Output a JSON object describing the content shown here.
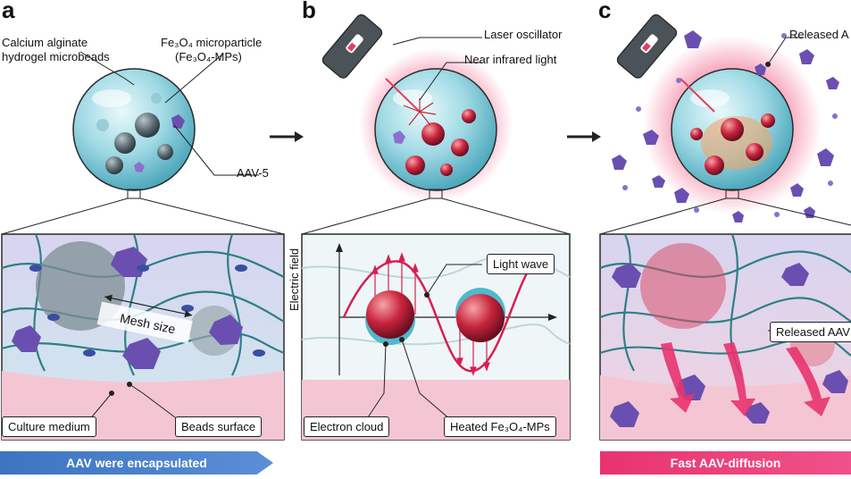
{
  "panels": {
    "a": {
      "letter": "a",
      "label_beads": [
        "Calcium alginate",
        "hydrogel microbeads"
      ],
      "label_mp": [
        "Fe₃O₄ microparticle",
        "(Fe₃O₄-MPs)"
      ],
      "label_aav": "AAV-5",
      "label_mesh": "Mesh size",
      "label_culture": "Culture medium",
      "label_surface": "Beads surface",
      "banner": "AAV were encapsulated"
    },
    "b": {
      "letter": "b",
      "label_laser": "Laser oscillator",
      "label_nir": "Near infrared light",
      "label_wave": "Light wave",
      "label_field": "Electric field",
      "label_electron": "Electron cloud",
      "label_heated": "Heated Fe₃O₄-MPs"
    },
    "c": {
      "letter": "c",
      "label_released_top": "Released A",
      "label_released_mid": "Released AAV",
      "banner": "Fast AAV-diffusion"
    }
  },
  "colors": {
    "bead_light": "#c6ecf2",
    "bead_mid": "#7cc8d8",
    "gel_net": "#2e7f86",
    "aav": "#6a4fb0",
    "mp_dark": "#4a5a60",
    "mp_hot": "#c8243c",
    "culture": "#f4c6d4",
    "glow": "#f48aa6"
  }
}
